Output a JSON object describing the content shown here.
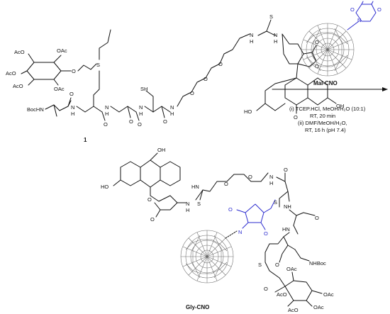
{
  "compound_label": "1",
  "reagent_label": "Mal-CNO",
  "product_label": "Gly-CNO",
  "conditions": [
    "(i) TCEP.HCl, MeOH/H₂O (10:1)",
    "RT, 20 min",
    "(ii) DMF/MeOH/H₂O,",
    "RT, 16 h (pH 7.4)"
  ],
  "atoms": {
    "oac": "OAc",
    "aco": "AcO",
    "boc_nh": "BocHN",
    "nh_boc": "NHBoc",
    "nh": "NH",
    "hn": "HN",
    "n": "N",
    "h": "H",
    "o": "O",
    "s": "S",
    "sh": "SH",
    "oh": "OH",
    "ho": "HO"
  },
  "colors": {
    "maleimide": "#2c2ccf",
    "bond": "#111111",
    "cage": "#6a6a6a"
  }
}
